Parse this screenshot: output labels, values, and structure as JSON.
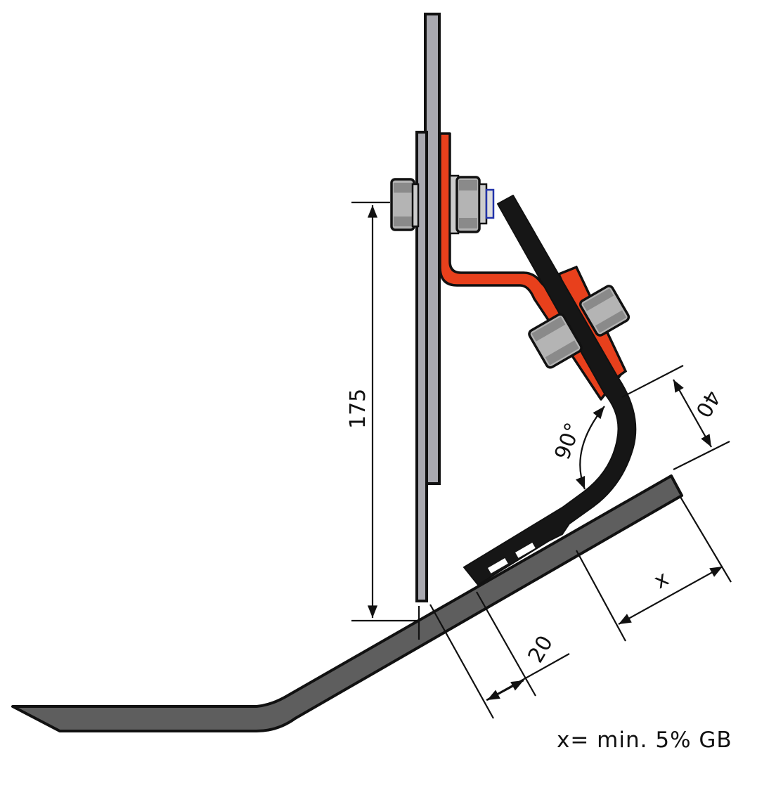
{
  "dimensions": {
    "height_label": "175",
    "angle_label": "90°",
    "offset_label": "40",
    "overlap_label": "20",
    "x_label": "x"
  },
  "note": "x= min. 5% GB",
  "colors": {
    "bracket": "#e8401c",
    "tine": "#161616",
    "blade": "#5e5e5e",
    "plate": "#a9a9b0",
    "nut": "#b4b4b4"
  }
}
